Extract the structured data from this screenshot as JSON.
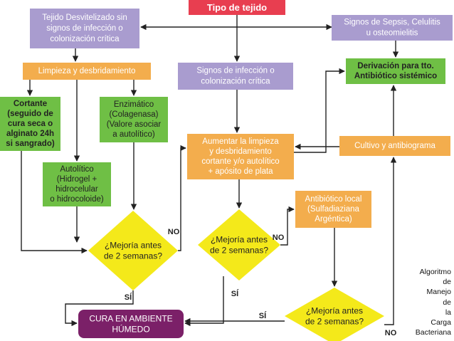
{
  "colors": {
    "red": "#e83e50",
    "purple": "#a99ccf",
    "orange": "#f3ad4d",
    "green": "#6fbf45",
    "yellow": "#f4e91a",
    "dark_purple": "#7b2068",
    "line": "#222222"
  },
  "nodes": {
    "tipo_tejido": {
      "text": "Tipo de tejido"
    },
    "tejido_desvitalizado": {
      "lines": [
        "Tejido Desvitelizado sin",
        "signos de infección o",
        "colonización crítica"
      ]
    },
    "signos_sepsis": {
      "lines": [
        "Signos de Sepsis, Celulitis",
        "u osteomielitis"
      ]
    },
    "limpieza": {
      "text": "Limpieza y desbridamiento"
    },
    "signos_infeccion": {
      "lines": [
        "Signos de infección o",
        "colonización crítica"
      ]
    },
    "derivacion": {
      "lines": [
        "Derivación para tto.",
        "Antibiótico sistémico"
      ]
    },
    "cortante": {
      "lines": [
        "Cortante",
        "(seguido de",
        "cura seca o",
        "alginato 24h",
        "si sangrado)"
      ]
    },
    "enzimatico": {
      "lines": [
        "Enzimático",
        "(Colagenasa)",
        "(Valore asociar",
        "a autolítico)"
      ]
    },
    "aumentar": {
      "lines": [
        "Aumentar la limpieza",
        "y desbridamiento",
        "cortante y/o autolítico",
        "+ apósito de plata"
      ]
    },
    "cultivo": {
      "text": "Cultivo y antibiograma"
    },
    "autolitico": {
      "lines": [
        "Autolítico",
        "(Hidrogel +",
        "hidrocelular",
        "o hidrocoloide)"
      ]
    },
    "antibiotico_local": {
      "lines": [
        "Antibiótico local",
        "(Sulfadiaziana",
        "Argéntica)"
      ]
    },
    "mejoria_1": {
      "lines": [
        "¿Mejoría antes",
        "de 2 semanas?"
      ]
    },
    "mejoria_2": {
      "lines": [
        "¿Mejoría antes",
        "de 2 semanas?"
      ]
    },
    "mejoria_3": {
      "lines": [
        "¿Mejoría antes",
        "de 2 semanas?"
      ]
    },
    "cura": {
      "lines": [
        "CURA EN AMBIENTE",
        "HÚMEDO"
      ]
    }
  },
  "labels": {
    "no_1": "NO",
    "no_2": "NO",
    "no_3": "NO",
    "si_1": "SÍ",
    "si_2": "SÍ",
    "si_3": "SÍ"
  },
  "caption": {
    "words": [
      "Algoritmo",
      "de",
      "Manejo",
      "de",
      "la",
      "Carga",
      "Bacteriana"
    ]
  }
}
